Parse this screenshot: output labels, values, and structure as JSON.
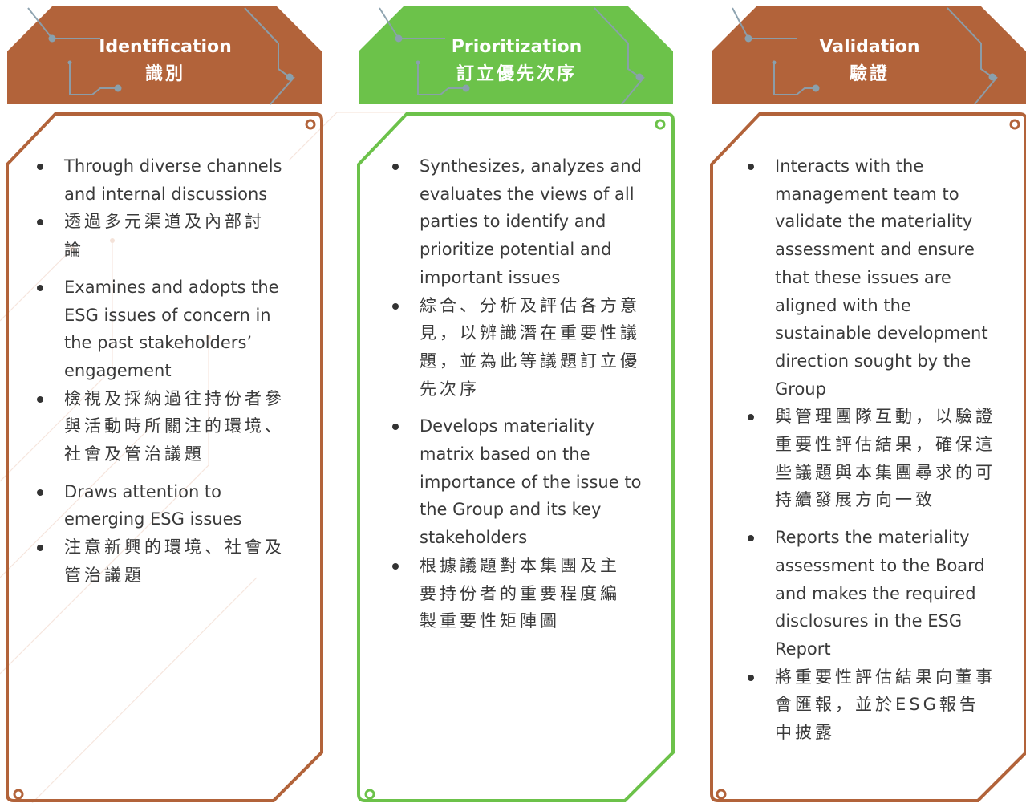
{
  "colors": {
    "brown": "#b2633a",
    "green": "#6cc24a",
    "circuit": "#8aa0ad",
    "text": "#3a3a3a"
  },
  "columns": [
    {
      "title_en": "Identification",
      "title_zh": "識別",
      "items": [
        "Through diverse channels and internal discussions",
        "透過多元渠道及內部討論",
        "Examines and adopts the ESG issues of concern in the past stakeholders’ engagement",
        "檢視及採納過往持份者參與活動時所關注的環境、社會及管治議題",
        "Draws attention to emerging ESG issues",
        "注意新興的環境、社會及管治議題"
      ]
    },
    {
      "title_en": "Prioritization",
      "title_zh": "訂立優先次序",
      "items": [
        "Synthesizes, analyzes and evaluates the views of all parties to identify and prioritize potential and important issues",
        "綜合、分析及評估各方意見，以辨識潛在重要性議題，並為此等議題訂立優先次序",
        "Develops materiality matrix based on the importance of the issue to the Group and its key stakeholders",
        "根據議題對本集團及主要持份者的重要程度編製重要性矩陣圖"
      ]
    },
    {
      "title_en": "Validation",
      "title_zh": "驗證",
      "items": [
        "Interacts with the management team to validate the materiality assessment and ensure that these issues are aligned with the sustainable development direction sought by the Group",
        "與管理團隊互動，以驗證重要性評估結果，確保這些議題與本集團尋求的可持續發展方向一致",
        "Reports the materiality assessment to the Board and makes the required disclosures in the ESG Report",
        "將重要性評估結果向董事會匯報，並於ESG報告中披露"
      ]
    }
  ]
}
